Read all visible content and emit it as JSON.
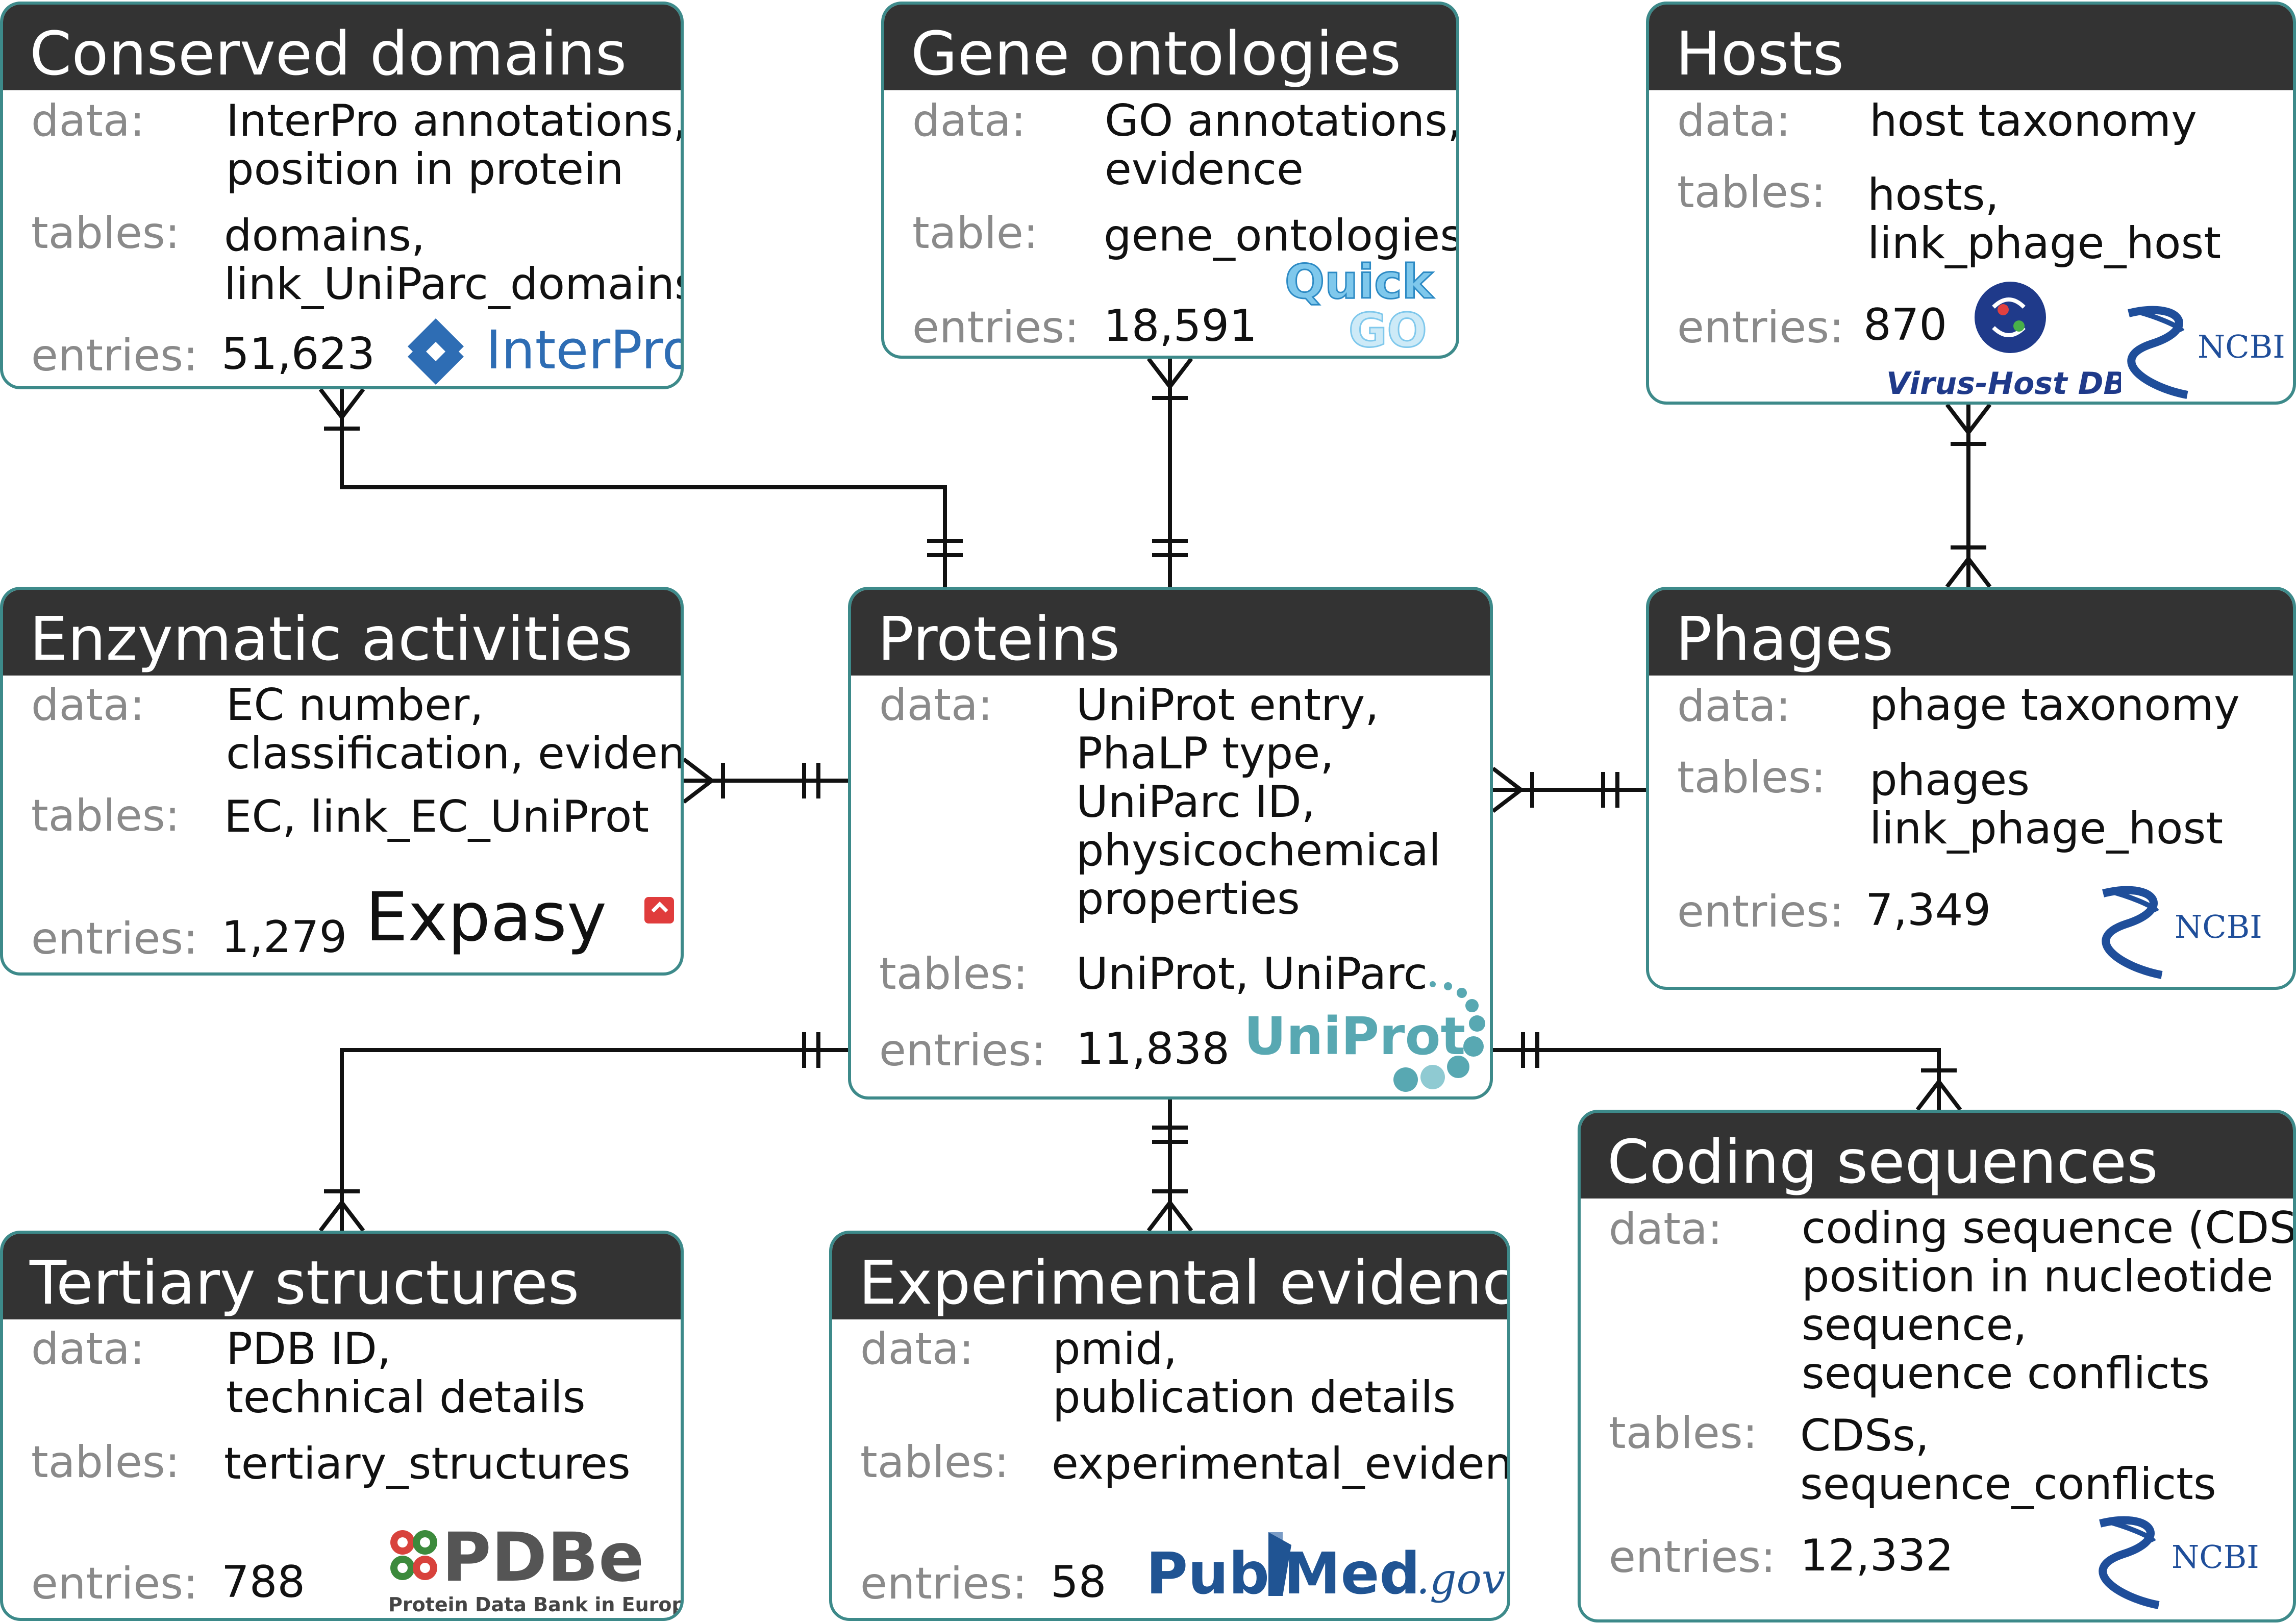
{
  "labels": {
    "data": "data:",
    "tables": "tables:",
    "table": "table:",
    "entries": "entries:"
  },
  "entities": {
    "conserved_domains": {
      "title": "Conserved domains",
      "data": [
        "InterPro annotations,",
        "position in protein"
      ],
      "tables": [
        "domains,",
        "link_UniParc_domains"
      ],
      "entries": "51,623",
      "source_logo": "InterPro"
    },
    "gene_ontologies": {
      "title": "Gene ontologies",
      "data": [
        "GO annotations,",
        "evidence"
      ],
      "tables": [
        "gene_ontologies"
      ],
      "entries": "18,591",
      "source_logo": [
        "Quick",
        "GO"
      ]
    },
    "hosts": {
      "title": "Hosts",
      "data": [
        "host taxonomy"
      ],
      "tables": [
        "hosts,",
        "link_phage_host"
      ],
      "entries": "870",
      "source_logo": [
        "Virus-Host DB",
        "NCBI"
      ]
    },
    "enzymatic_activities": {
      "title": "Enzymatic activities",
      "data": [
        "EC number,",
        "classification, evidence"
      ],
      "tables": [
        "EC, link_EC_UniProt"
      ],
      "entries": "1,279",
      "source_logo": "Expasy"
    },
    "proteins": {
      "title": "Proteins",
      "data": [
        "UniProt entry,",
        "PhaLP type,",
        "UniParc ID,",
        "physicochemical",
        "properties"
      ],
      "tables": [
        "UniProt, UniParc"
      ],
      "entries": "11,838",
      "source_logo": "UniProt"
    },
    "phages": {
      "title": "Phages",
      "data": [
        "phage taxonomy"
      ],
      "tables": [
        "phages",
        "link_phage_host"
      ],
      "entries": "7,349",
      "source_logo": "NCBI"
    },
    "tertiary_structures": {
      "title": "Tertiary structures",
      "data": [
        "PDB ID,",
        "technical details"
      ],
      "tables": [
        "tertiary_structures"
      ],
      "entries": "788",
      "source_logo": [
        "PDBe",
        "Protein Data Bank in Europe"
      ]
    },
    "experimental_evidence": {
      "title": "Experimental evidence",
      "data": [
        "pmid,",
        "publication details"
      ],
      "tables": [
        "experimental_evidence"
      ],
      "entries": "58",
      "source_logo": [
        "Pub",
        "Med",
        ".gov"
      ]
    },
    "coding_sequences": {
      "title": "Coding sequences",
      "data": [
        "coding sequence (CDS),",
        "position in nucleotide",
        "sequence,",
        "sequence conflicts"
      ],
      "tables": [
        "CDSs,",
        "sequence_conflicts"
      ],
      "entries": "12,332",
      "source_logo": "NCBI"
    }
  },
  "relationships": [
    {
      "from": "proteins",
      "from_cardinality": "one-and-only-one",
      "to": "conserved_domains",
      "to_cardinality": "one-or-many"
    },
    {
      "from": "proteins",
      "from_cardinality": "one-and-only-one",
      "to": "gene_ontologies",
      "to_cardinality": "one-or-many"
    },
    {
      "from": "phages",
      "from_cardinality": "one-or-many",
      "to": "hosts",
      "to_cardinality": "one-or-many"
    },
    {
      "from": "proteins",
      "from_cardinality": "one-and-only-one",
      "to": "enzymatic_activities",
      "to_cardinality": "one-or-many"
    },
    {
      "from": "phages",
      "from_cardinality": "one-and-only-one",
      "to": "proteins",
      "to_cardinality": "one-or-many"
    },
    {
      "from": "proteins",
      "from_cardinality": "one-and-only-one",
      "to": "tertiary_structures",
      "to_cardinality": "one-or-many"
    },
    {
      "from": "proteins",
      "from_cardinality": "one-and-only-one",
      "to": "experimental_evidence",
      "to_cardinality": "one-or-many"
    },
    {
      "from": "proteins",
      "from_cardinality": "one-and-only-one",
      "to": "coding_sequences",
      "to_cardinality": "one-or-many"
    }
  ],
  "colors": {
    "header": "#333333",
    "border": "#3d8a8a",
    "label": "#8a8a8a",
    "value": "#111111",
    "line": "#111111"
  }
}
